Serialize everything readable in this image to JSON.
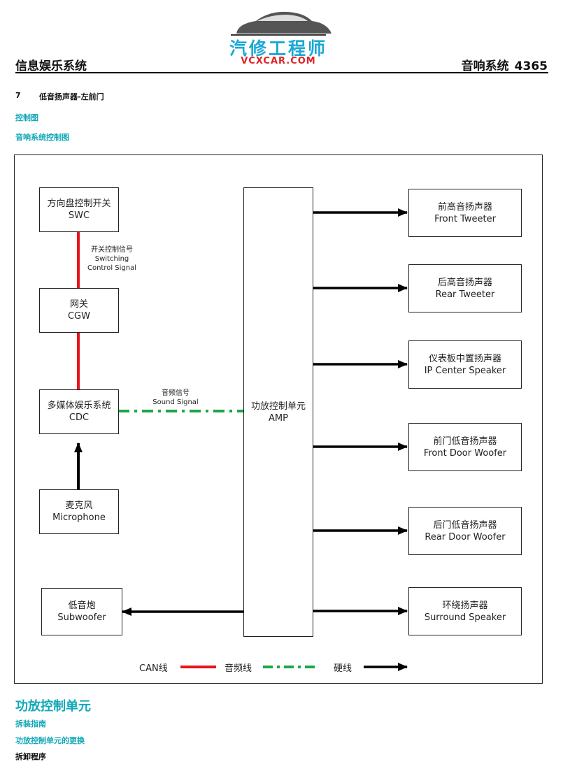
{
  "header": {
    "left_title": "信息娱乐系统",
    "right_title": "音响系统",
    "page_number": "4365",
    "logo_title": "汽修工程师",
    "logo_subtitle": "VCXCAR.COM"
  },
  "section": {
    "number": "7",
    "title": "低音扬声器-左前门",
    "control_diagram": "控制图",
    "audio_control_diagram": "音响系统控制图"
  },
  "diagram": {
    "boxes": {
      "swc": {
        "cn": "方向盘控制开关",
        "en": "SWC"
      },
      "cgw": {
        "cn": "网关",
        "en": "CGW"
      },
      "cdc": {
        "cn": "多媒体娱乐系统",
        "en": "CDC"
      },
      "mic": {
        "cn": "麦克风",
        "en": "Microphone"
      },
      "sub": {
        "cn": "低音炮",
        "en": "Subwoofer"
      },
      "amp": {
        "cn": "功放控制单元",
        "en": "AMP"
      },
      "front_tweeter": {
        "cn": "前高音扬声器",
        "en": "Front Tweeter"
      },
      "rear_tweeter": {
        "cn": "后高音扬声器",
        "en": "Rear Tweeter"
      },
      "ip_center": {
        "cn": "仪表板中置扬声器",
        "en": "IP Center Speaker"
      },
      "front_woofer": {
        "cn": "前门低音扬声器",
        "en": "Front Door Woofer"
      },
      "rear_woofer": {
        "cn": "后门低音扬声器",
        "en": "Rear Door Woofer"
      },
      "surround": {
        "cn": "环绕扬声器",
        "en": "Surround Speaker"
      }
    },
    "labels": {
      "switching_cn": "开关控制信号",
      "switching_en1": "Switching",
      "switching_en2": "Control Signal",
      "sound_cn": "音频信号",
      "sound_en": "Sound Signal"
    },
    "legend": {
      "can": "CAN线",
      "audio": "音频线",
      "hard": "硬线"
    },
    "colors": {
      "can_line": "#e8141b",
      "audio_line": "#19a84a",
      "hard_line": "#000000"
    }
  },
  "footer": {
    "heading": "功放控制单元",
    "guide": "拆装指南",
    "replace": "功放控制单元的更换",
    "procedure": "拆卸程序"
  }
}
